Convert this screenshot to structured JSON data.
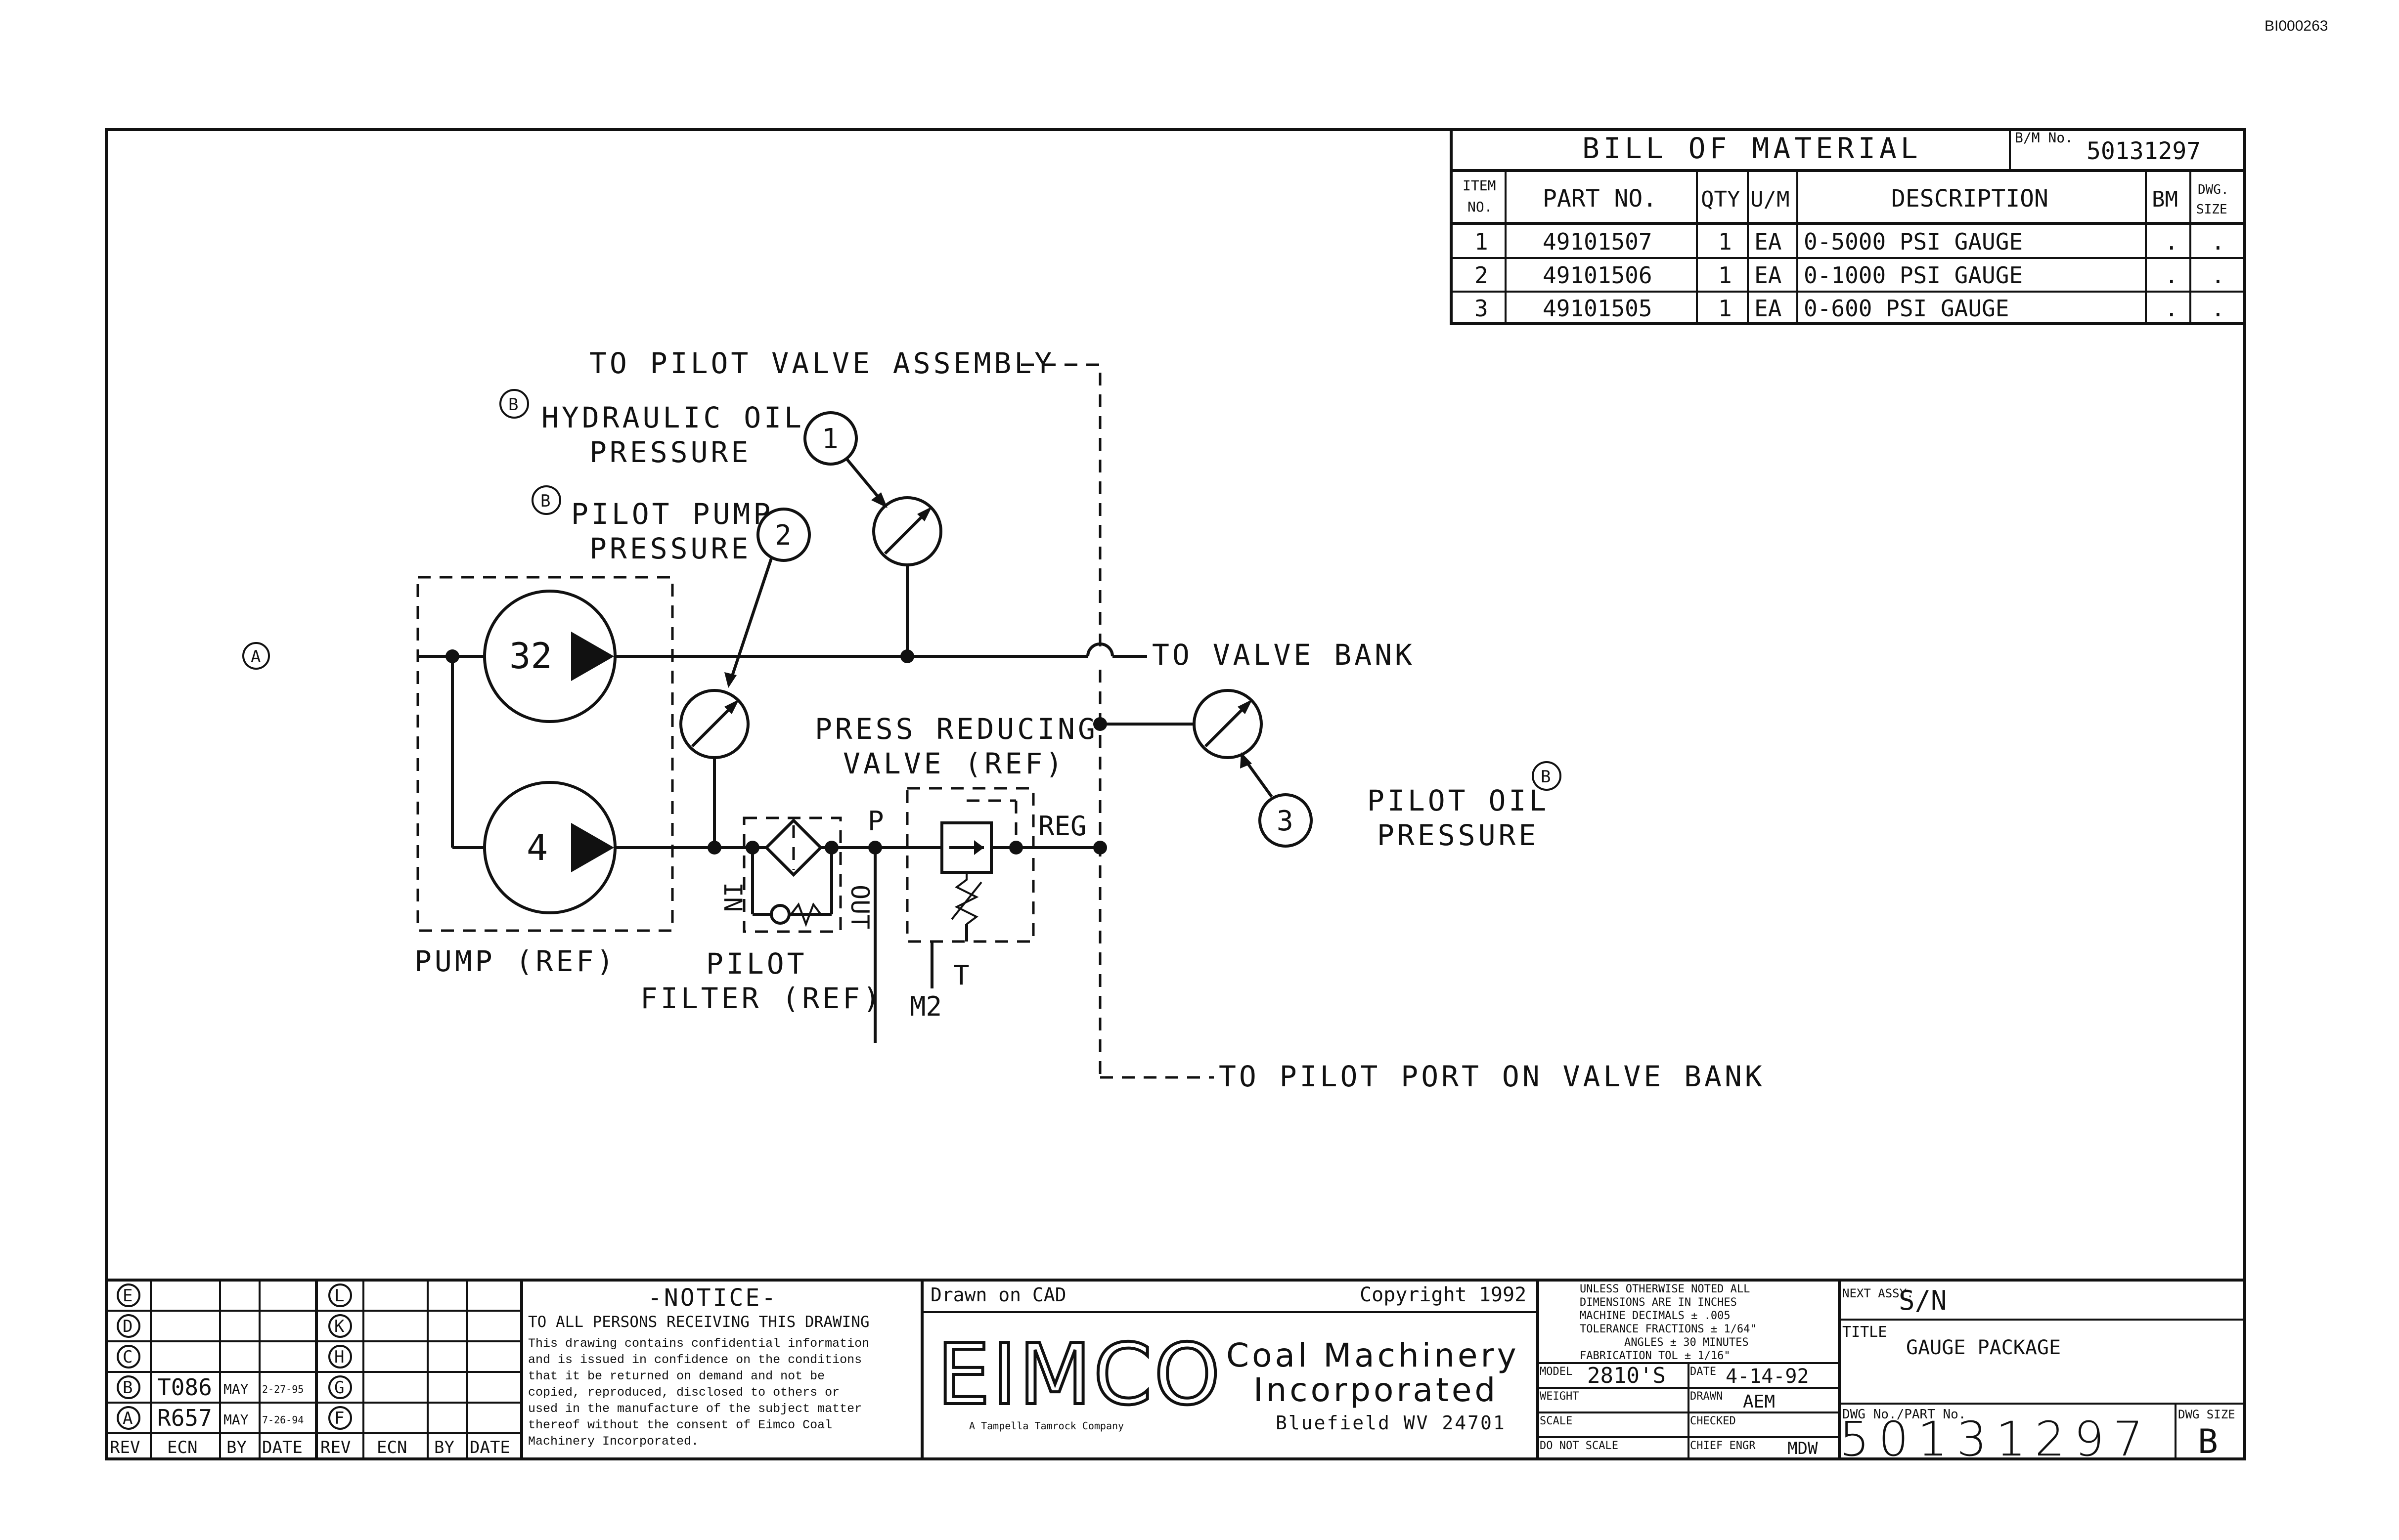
{
  "corner_id": "BI000263",
  "bom": {
    "title": "BILL OF MATERIAL",
    "bm_no_label": "B/M No.",
    "bm_no": "50131297",
    "headers": {
      "item": "ITEM",
      "item2": "NO.",
      "part": "PART NO.",
      "qty": "QTY",
      "um": "U/M",
      "desc": "DESCRIPTION",
      "bm": "BM",
      "dwg": "DWG.",
      "dwg2": "SIZE"
    },
    "rows": [
      {
        "item": "1",
        "part": "49101507",
        "qty": "1",
        "um": "EA",
        "desc": "0-5000 PSI GAUGE",
        "bm": ".",
        "dwg": "."
      },
      {
        "item": "2",
        "part": "49101506",
        "qty": "1",
        "um": "EA",
        "desc": "0-1000 PSI GAUGE",
        "bm": ".",
        "dwg": "."
      },
      {
        "item": "3",
        "part": "49101505",
        "qty": "1",
        "um": "EA",
        "desc": "0-600 PSI GAUGE",
        "bm": ".",
        "dwg": "."
      }
    ]
  },
  "diagram": {
    "to_pilot_valve_assembly": "TO PILOT VALVE ASSEMBLY",
    "hydraulic_oil_1": "HYDRAULIC OIL",
    "hydraulic_oil_2": "PRESSURE",
    "pilot_pump_1": "PILOT PUMP",
    "pilot_pump_2": "PRESSURE",
    "to_valve_bank": "TO VALVE BANK",
    "press_reducing_1": "PRESS REDUCING",
    "press_reducing_2": "VALVE (REF)",
    "pilot_oil_1": "PILOT OIL",
    "pilot_oil_2": "PRESSURE",
    "pump_ref": "PUMP (REF)",
    "pilot_filter_1": "PILOT",
    "pilot_filter_2": "FILTER (REF)",
    "port_in": "IN",
    "port_out": "OUT",
    "port_p": "P",
    "port_reg": "REG",
    "port_t": "T",
    "port_m2": "M2",
    "to_pilot_port": "TO PILOT PORT ON VALVE BANK",
    "pump_large": "32",
    "pump_small": "4",
    "callout_1": "1",
    "callout_2": "2",
    "callout_3": "3",
    "rev_b": "B",
    "zone_a": "A"
  },
  "revisions": {
    "left_letters": [
      "E",
      "D",
      "C",
      "B",
      "A"
    ],
    "right_letters": [
      "L",
      "K",
      "H",
      "G",
      "F"
    ],
    "rows": [
      {
        "ecn": "",
        "by": "",
        "date": ""
      },
      {
        "ecn": "",
        "by": "",
        "date": ""
      },
      {
        "ecn": "",
        "by": "",
        "date": ""
      },
      {
        "ecn": "T086",
        "by": "MAY",
        "date": "2-27-95"
      },
      {
        "ecn": "R657",
        "by": "MAY",
        "date": "7-26-94"
      }
    ],
    "footer": [
      "REV",
      "ECN",
      "BY",
      "DATE",
      "REV",
      "ECN",
      "BY",
      "DATE"
    ]
  },
  "notice": {
    "title": "-NOTICE-",
    "lines": [
      "TO ALL PERSONS RECEIVING THIS DRAWING",
      "This drawing contains confidential information",
      "and is issued in confidence on the conditions",
      "that it be returned on demand and not be",
      "copied, reproduced, disclosed to others or",
      "used in the manufacture of the subject matter",
      "thereof without the consent of Eimco Coal",
      "Machinery Incorporated."
    ]
  },
  "company": {
    "drawn_on": "Drawn on CAD",
    "copyright": "Copyright 1992",
    "logo": "EIMCO",
    "name_1": "Coal Machinery",
    "name_2": "Incorporated",
    "city": "Bluefield WV 24701",
    "tagline": "A Tampella Tamrock Company"
  },
  "tolerance": {
    "lines": [
      "UNLESS OTHERWISE NOTED ALL",
      "DIMENSIONS ARE IN INCHES",
      "MACHINE   DECIMALS ± .005",
      "TOLERANCE FRACTIONS ± 1/64\"",
      "ANGLES ± 30 MINUTES",
      "FABRICATION TOL ± 1/16\""
    ],
    "model_label": "MODEL",
    "model": "2810'S",
    "date_label": "DATE",
    "date": "4-14-92",
    "weight_label": "WEIGHT",
    "drawn_label": "DRAWN",
    "drawn": "AEM",
    "scale_label": "SCALE",
    "checked_label": "CHECKED",
    "no_scale": "DO NOT SCALE",
    "chief_label": "CHIEF ENGR",
    "chief": "MDW"
  },
  "title_block": {
    "next_assy_label": "NEXT ASSY.",
    "next_assy": "S/N",
    "title_label": "TITLE",
    "title": "GAUGE PACKAGE",
    "dwg_no_label": "DWG No./PART No.",
    "dwg_no": "50131297",
    "size_label": "DWG SIZE",
    "size": "B"
  }
}
